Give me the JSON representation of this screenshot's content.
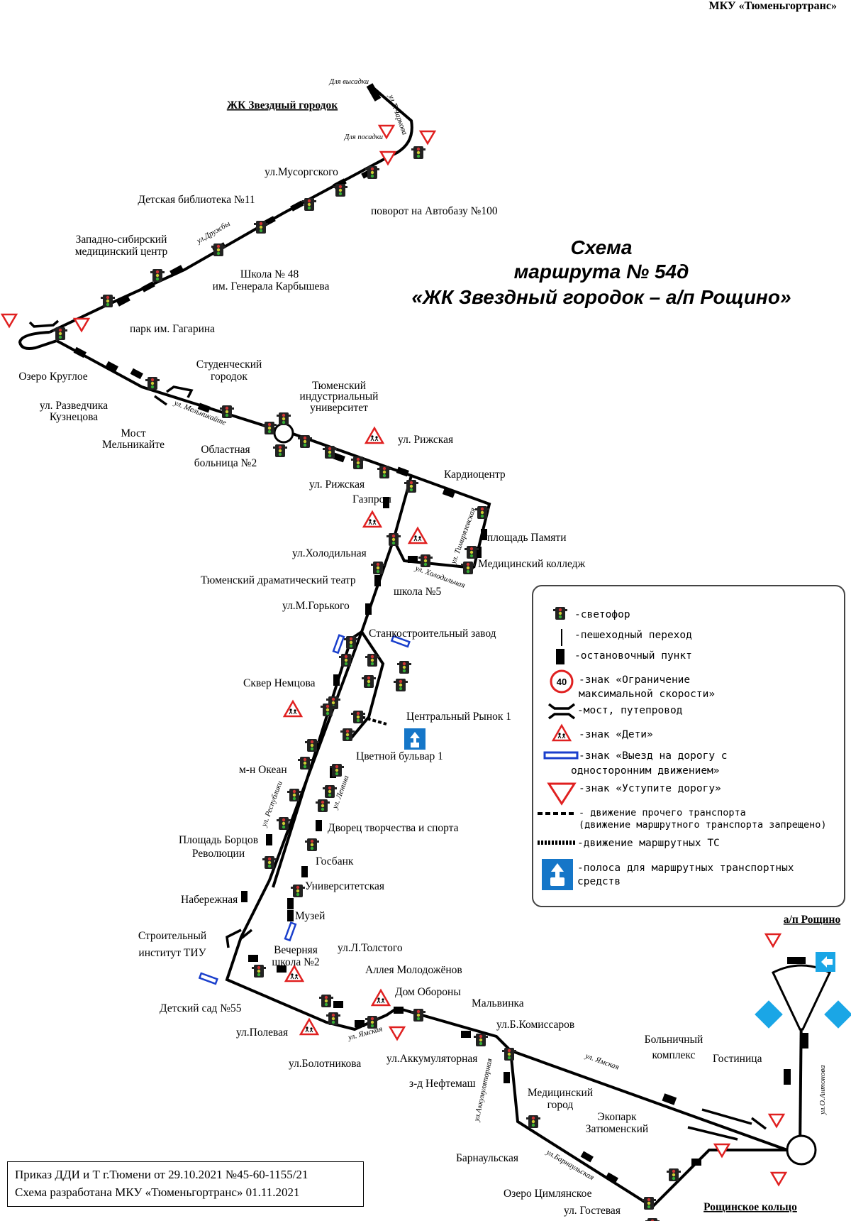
{
  "header": {
    "org": "МКУ «Тюменьгортранс»"
  },
  "title": {
    "line1": "Схема",
    "line2": "маршрута № 54д",
    "line3": "«ЖК Звездный городок – а/п Рощино»"
  },
  "termini": {
    "start": "ЖК Звездный городок",
    "end": "а/п Рощино",
    "ring": "Рощинское кольцо"
  },
  "markers": {
    "dropoff": "Для высадки",
    "pickup": "Для посадки",
    "speed_value": "40"
  },
  "stops": {
    "musorgskogo": "ул.Мусоргского",
    "avtobaza": "поворот на Автобазу №100",
    "library": "Детская библиотека №11",
    "med_center_1": "Западно-сибирский",
    "med_center_2": "медицинский центр",
    "school48_1": "Школа № 48",
    "school48_2": "им. Генерала Карбышева",
    "park": "парк им. Гагарина",
    "ozero": "Озеро Круглое",
    "razvedchika_1": "ул. Разведчика",
    "razvedchika_2": "Кузнецова",
    "most_1": "Мост",
    "most_2": "Мельникайте",
    "stud_1": "Студенческий",
    "stud_2": "городок",
    "hospital2_1": "Областная",
    "hospital2_2": "больница №2",
    "tiu_1": "Тюменский",
    "tiu_2": "индустриальный",
    "tiu_3": "университет",
    "rizhskaya_a": "ул. Рижская",
    "rizhskaya_b": "ул. Рижская",
    "gazprom": "Газпром",
    "cardio": "Кардиоцентр",
    "pamyati": "площадь Памяти",
    "med_college": "Медицинский колледж",
    "kholodilnaya": "ул.Холодильная",
    "school5": "школа №5",
    "drama": "Тюменский драматический театр",
    "gorkogo": "ул.М.Горького",
    "stanko": "Станкостроительный завод",
    "nemtsova": "Сквер Немцова",
    "central_market": "Центральный Рынок 1",
    "tsvetnoy": "Цветной бульвар 1",
    "okean": "м-н Океан",
    "dvorets": "Дворец творчества и спорта",
    "borcov_1": "Площадь Борцов",
    "borcov_2": "Революции",
    "gosbank": "Госбанк",
    "univer": "Университетская",
    "naberezhnaya": "Набережная",
    "muzey": "Музей",
    "stroit_1": "Строительный",
    "stroit_2": "институт ТИУ",
    "vechernyaya_1": "Вечерняя",
    "vechernyaya_2": "школа №2",
    "tolstogo": "ул.Л.Толстого",
    "alleya": "Аллея Молодожёнов",
    "dom_oborony": "Дом Обороны",
    "malvinka": "Мальвинка",
    "komissarov": "ул.Б.Комиссаров",
    "sad55": "Детский сад №55",
    "polevaya": "ул.Полевая",
    "bolotnikova": "ул.Болотникова",
    "akkum": "ул.Аккумуляторная",
    "neftemash": "з-д Нефтемаш",
    "med_gorod_1": "Медицинский",
    "med_gorod_2": "город",
    "ekopark_1": "Экопарк",
    "ekopark_2": "Затюменский",
    "bolnichny_1": "Больничный",
    "bolnichny_2": "комплекс",
    "gostinitsa": "Гостиница",
    "barnaulskaya": "Барнаульская",
    "tsimlyanskoe": "Озеро Цимлянское",
    "gostevaya": "ул. Гостевая"
  },
  "streets": {
    "chertova": "ул.Т.Чаркова",
    "druzhby": "ул.Дружбы",
    "melnikaite": "ул. Мельникайте",
    "tyumenskaya": "ул. Тимирязевская",
    "kholodilnaya": "ул. Холодильная",
    "respubliki": "ул. Республики",
    "lenina": "ул. Ленина",
    "yamskaya_1": "ул. Ямская",
    "yamskaya_2": "ул. Ямская",
    "akkum": "ул.Аккумуляторная",
    "barnaulskaya": "ул.Барнаульская",
    "antonova": "ул.О.Антонова"
  },
  "legend": {
    "traffic_light": "-светофор",
    "crossing": "-пешеходный переход",
    "stop": "-остановочный пункт",
    "speed_1": "-знак «Ограничение",
    "speed_2": "максимальной скорости»",
    "bridge": "-мост, путепровод",
    "children": "-знак «Дети»",
    "oneway_1": "-знак «Выезд на дорогу с",
    "oneway_2": "односторонним движением»",
    "yield": "-знак «Уступите дорогу»",
    "other_1": "- движение прочего транспорта",
    "other_2": "(движение маршрутного транспорта запрещено)",
    "route": "-движение маршрутных ТС",
    "lane_1": "-полоса для маршрутных транспортных",
    "lane_2": "средств"
  },
  "footer": {
    "line1": "Приказ ДДИ и Т г.Тюмени от 29.10.2021 №45-60-1155/21",
    "line2": "Схема разработана МКУ «Тюменьгортранс» 01.11.2021"
  },
  "colors": {
    "route": "#000000",
    "yield_sign": "#e02020",
    "oneway_sign": "#1a3fcc",
    "lane_sign": "#1576c8",
    "direction_arrow": "#1aa6e6"
  }
}
